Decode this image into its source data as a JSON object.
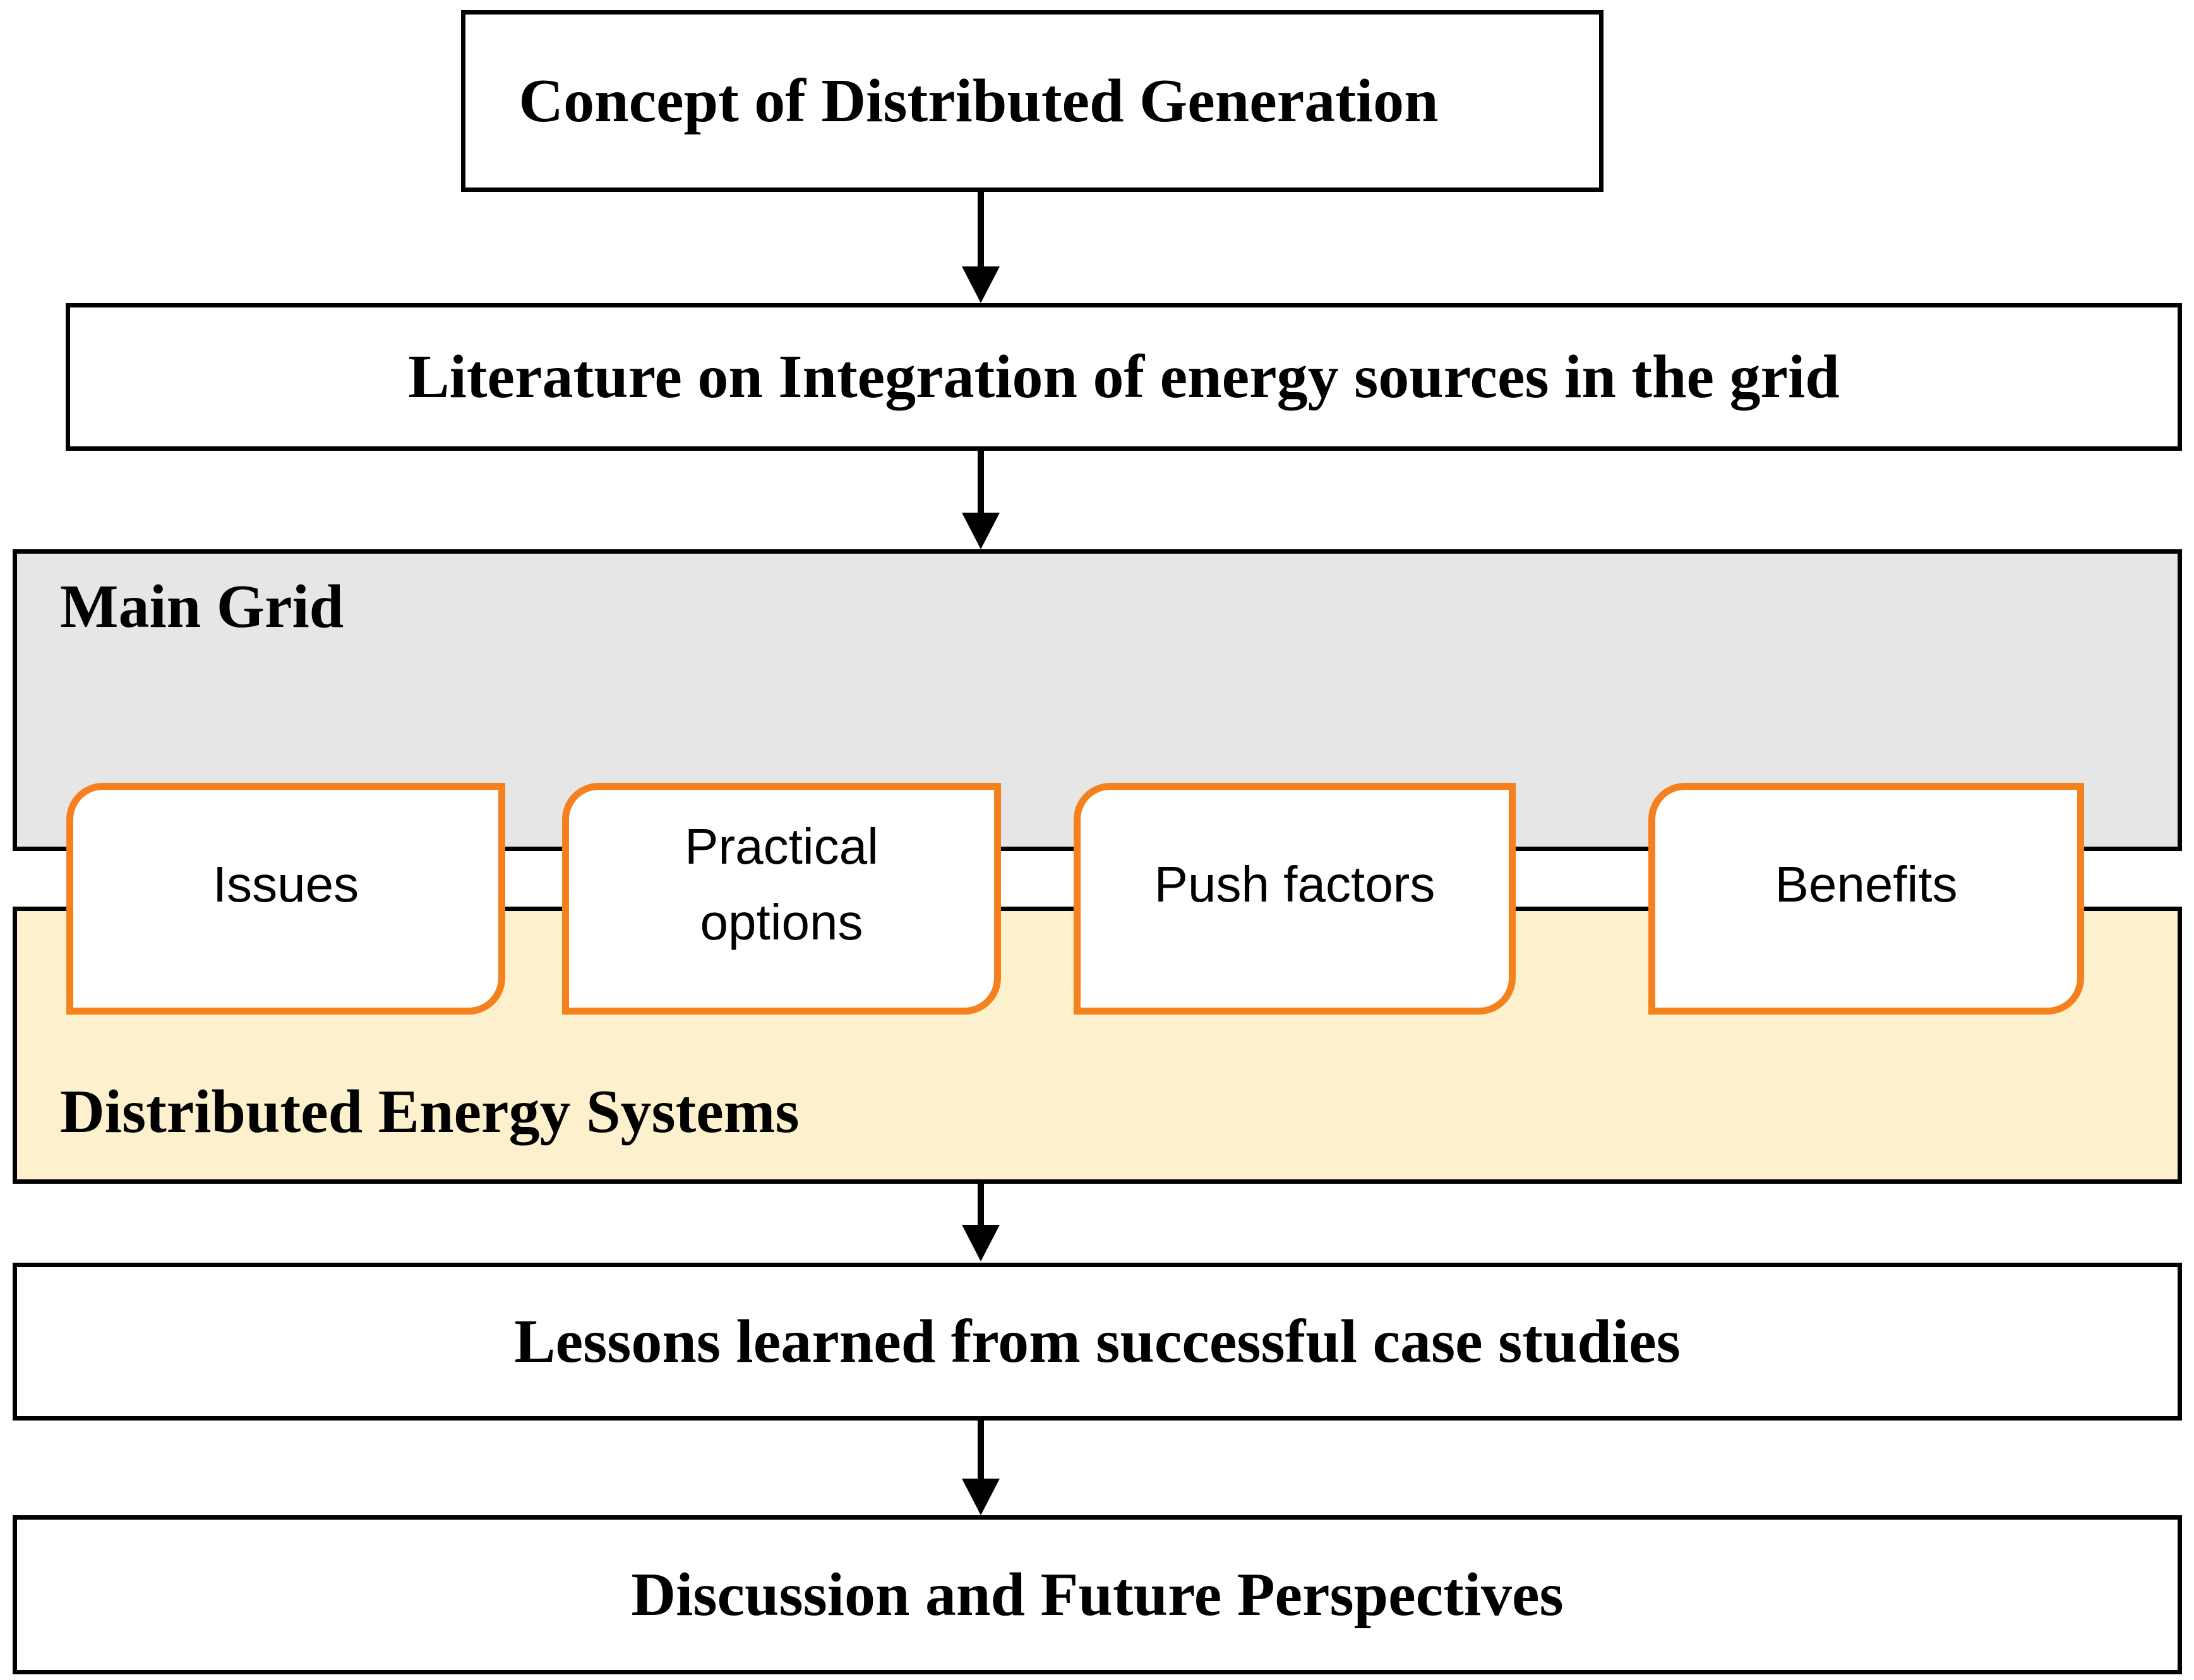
{
  "diagram": {
    "nodes": {
      "concept": {
        "label": "Concept of Distributed Generation"
      },
      "literature": {
        "label": "Literature on Integration of energy sources in the grid"
      },
      "main_grid": {
        "label": "Main Grid"
      },
      "distributed_energy": {
        "label": "Distributed Energy Systems"
      },
      "lessons": {
        "label": "Lessons learned from successful case studies"
      },
      "discussion": {
        "label": "Discussion and Future Perspectives"
      }
    },
    "cards": [
      {
        "label": "Issues"
      },
      {
        "label": "Practical options"
      },
      {
        "label": "Push factors"
      },
      {
        "label": "Benefits"
      }
    ],
    "connections": [
      "concept -> literature",
      "literature -> main-grid",
      "distributed-energy-systems -> lessons",
      "lessons -> discussion"
    ]
  },
  "colors": {
    "accent-orange": "#F5801E",
    "main-grid-fill": "#E7E6E6",
    "energy-fill": "#FCF1CC",
    "border-black": "#000000",
    "card-fill": "#FFFFFF"
  }
}
